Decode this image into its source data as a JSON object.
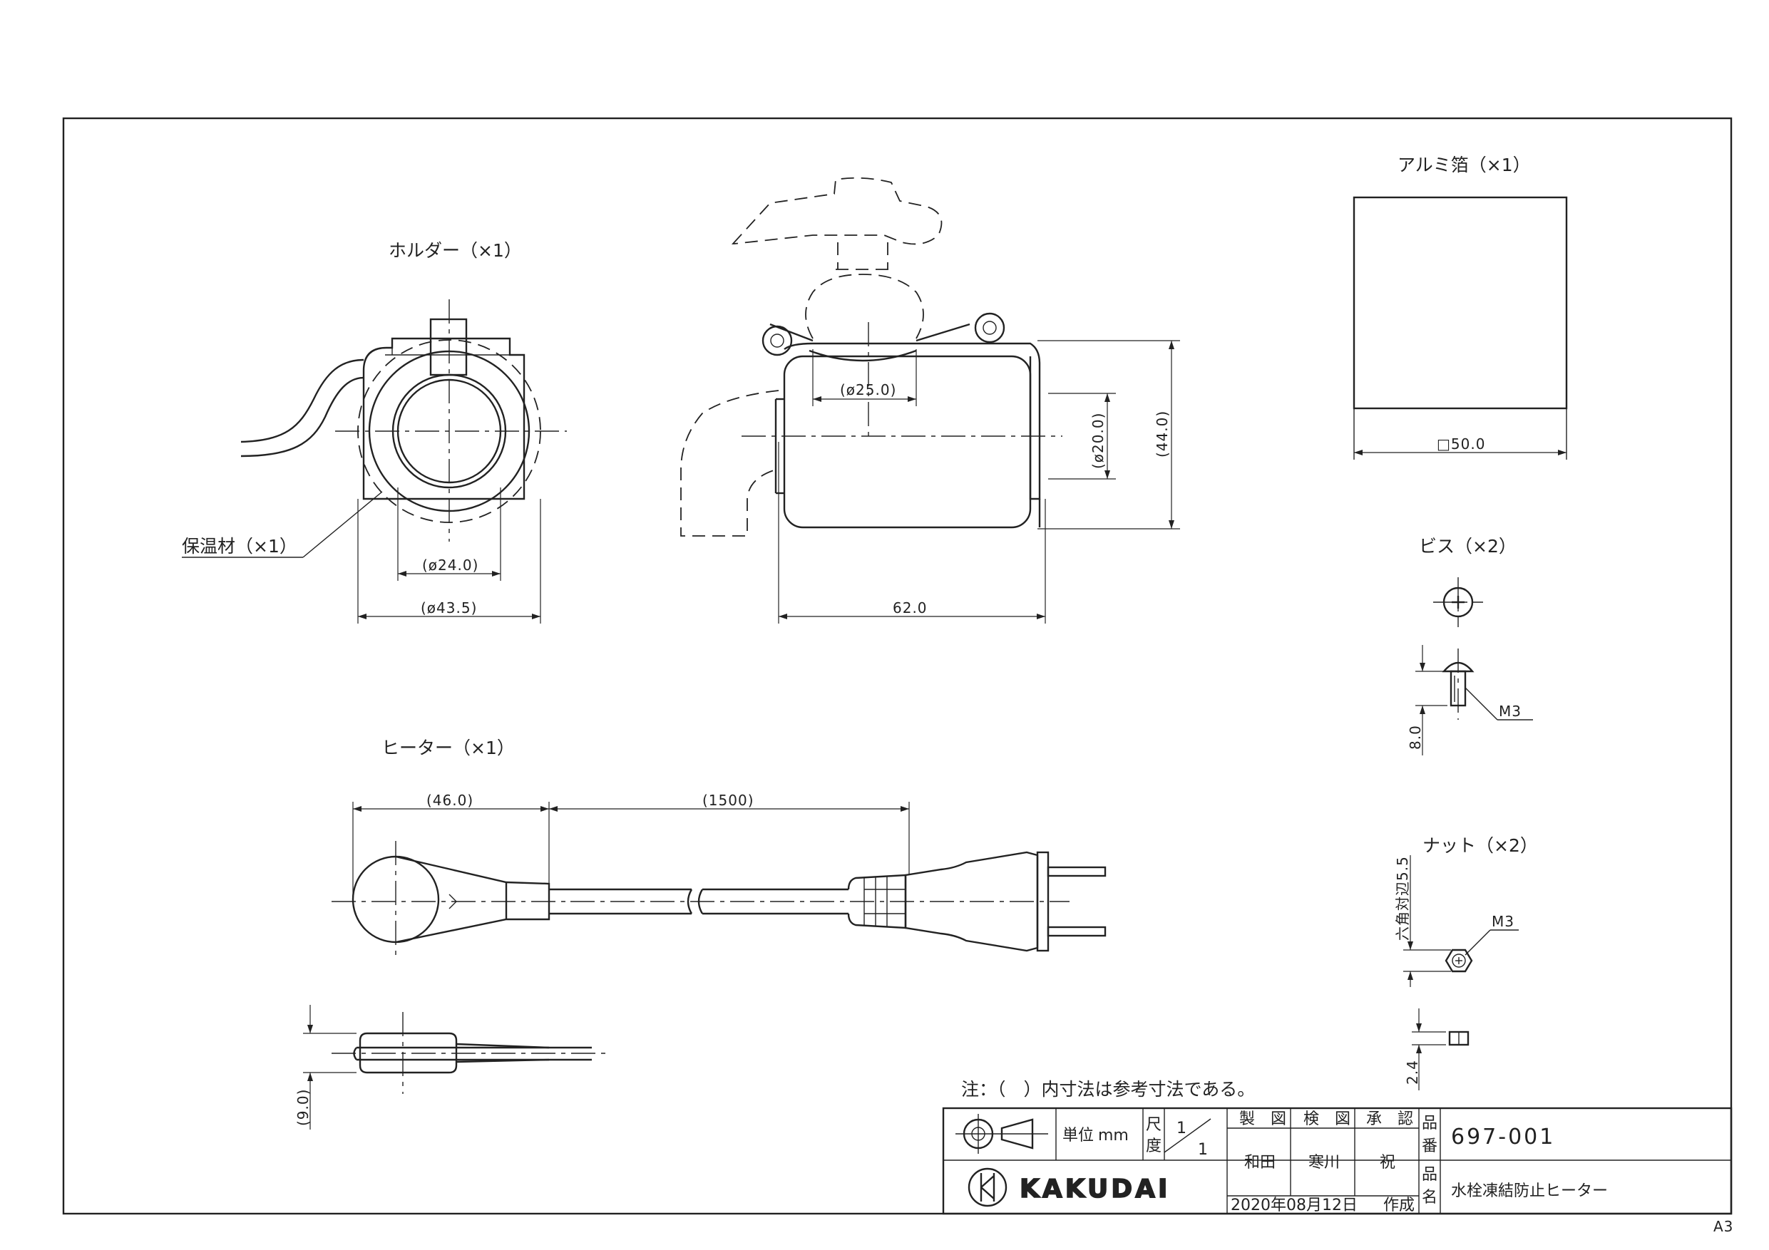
{
  "parts": {
    "holder": "ホルダー（×1）",
    "insulation": "保温材（×1）",
    "heater": "ヒーター（×1）",
    "foil": "アルミ箔（×1）",
    "screw": "ビス（×2）",
    "nut": "ナット（×2）"
  },
  "dimensions": {
    "holder_inner": "(ø24.0)",
    "holder_outer": "(ø43.5)",
    "faucet_bore": "(ø25.0)",
    "pipe_dia": "(ø20.0)",
    "body_height": "(44.0)",
    "body_length": "62.0",
    "heater_head": "(46.0)",
    "cord_length": "(1500)",
    "heater_thickness": "(9.0)",
    "foil_size": "□50.0",
    "screw_length": "8.0",
    "screw_thread": "M3",
    "nut_across_flats": "六角対辺5.5",
    "nut_thread": "M3",
    "nut_thickness": "2.4"
  },
  "note": "注：（　）内寸法は参考寸法である。",
  "title_block": {
    "unit_label": "単位",
    "unit_value": "mm",
    "scale_label_1": "尺",
    "scale_label_2": "度",
    "scale_num": "1",
    "scale_den": "1",
    "drawn_label": "製　図",
    "checked_label": "検　図",
    "approved_label": "承　認",
    "drawn_by": "和田",
    "checked_by": "寒川",
    "approved_by": "祝",
    "part_no_label_1": "品",
    "part_no_label_2": "番",
    "part_no": "697-001",
    "name_label_1": "品",
    "name_label_2": "名",
    "part_name": "水栓凍結防止ヒーター",
    "brand": "KAKUDAI",
    "date": "2020年08月12日",
    "created": "作成"
  },
  "sheet_size": "A3"
}
